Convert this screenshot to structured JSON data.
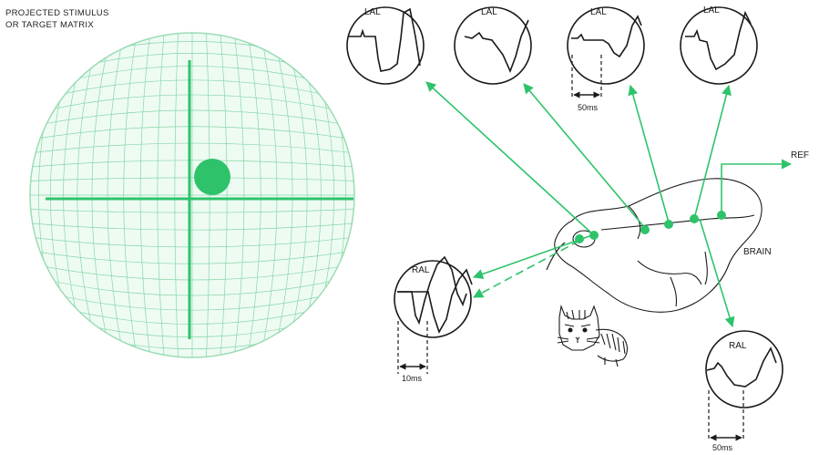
{
  "stimulus": {
    "title_line1": "PROJECTED STIMULUS",
    "title_line2": "OR TARGET MATRIX"
  },
  "colors": {
    "accent": "#2ec36a",
    "grid": "#86d6a8",
    "ink": "#1a1a1a"
  },
  "recordings": [
    {
      "id": "lal-1",
      "label": "LAL"
    },
    {
      "id": "lal-2",
      "label": "LAL"
    },
    {
      "id": "lal-3",
      "label": "LAL",
      "time_scale": "50ms"
    },
    {
      "id": "lal-4",
      "label": "LAL"
    },
    {
      "id": "ral-1",
      "label": "RAL",
      "time_scale": "10ms"
    },
    {
      "id": "ral-2",
      "label": "RAL",
      "time_scale": "50ms"
    }
  ],
  "labels": {
    "reference": "REF",
    "brain": "BRAIN"
  },
  "icons": {
    "cat": "cat-sketch-icon"
  }
}
